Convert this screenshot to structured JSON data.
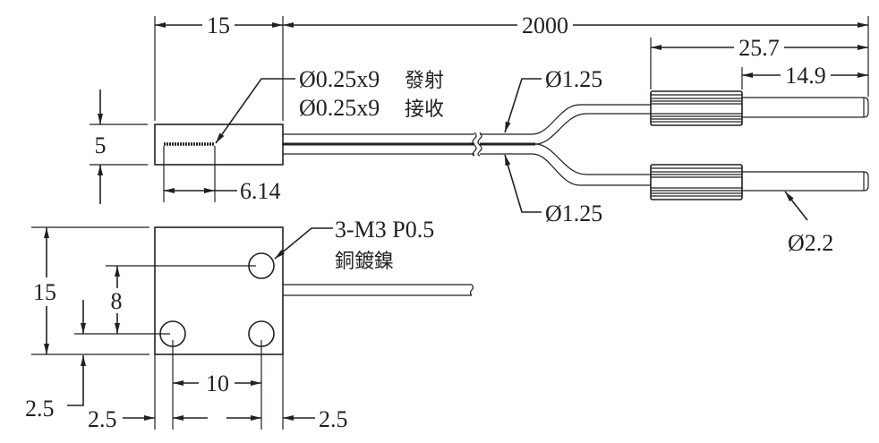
{
  "top_view": {
    "body_width": "15",
    "cable_length": "2000",
    "body_height": "5",
    "fiber_inset": "6.14",
    "fiber_emit": "Ø0.25x9",
    "fiber_emit_cn": "發射",
    "fiber_receive": "Ø0.25x9",
    "fiber_receive_cn": "接收",
    "cable_dia_upper": "Ø1.25",
    "cable_dia_lower": "Ø1.25",
    "connector_length": "25.7",
    "probe_length": "14.9",
    "probe_dia": "Ø2.2"
  },
  "side_view": {
    "height": "15",
    "hole_pitch_vertical": "8",
    "hole_pitch_horizontal": "10",
    "bottom_offset": "2.5",
    "left_offset": "2.5",
    "right_offset": "2.5",
    "thread_spec": "3-M3 P0.5",
    "thread_material": "銅鍍鎳"
  },
  "colors": {
    "line": "#231f20",
    "background": "#ffffff"
  }
}
